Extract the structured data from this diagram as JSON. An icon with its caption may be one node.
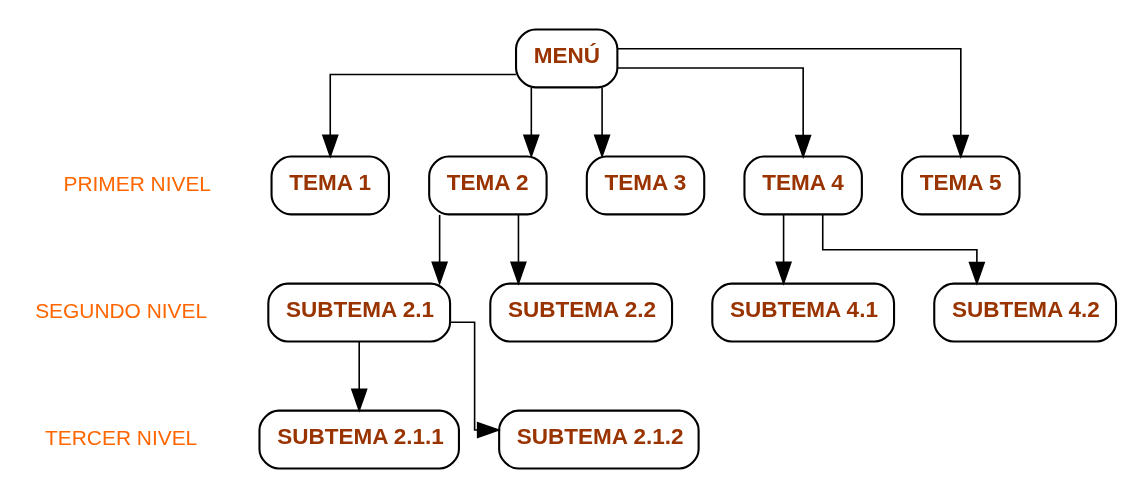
{
  "diagram": {
    "nodes": [
      {
        "text": [
          "MENÚ"
        ]
      },
      {
        "text": [
          "TEMA 1"
        ]
      },
      {
        "text": [
          "TEMA 2"
        ]
      },
      {
        "text": [
          "TEMA 3"
        ]
      },
      {
        "text": [
          "TEMA 4"
        ]
      },
      {
        "text": [
          "TEMA 5"
        ]
      },
      {
        "text": [
          "SUBTEMA 2.1"
        ]
      },
      {
        "text": [
          "SUBTEMA 2.2"
        ]
      },
      {
        "text": [
          "SUBTEMA 4.1"
        ]
      },
      {
        "text": [
          "SUBTEMA 4.2"
        ]
      },
      {
        "text": [
          "SUBTEMA 2.1.1"
        ]
      },
      {
        "text": [
          "SUBTEMA 2.1.2"
        ]
      }
    ],
    "edges": [
      {
        "from": 0,
        "to": 1,
        "arrow": "to"
      },
      {
        "from": 0,
        "to": 2,
        "arrow": "to"
      },
      {
        "from": 0,
        "to": 3,
        "arrow": "to"
      },
      {
        "from": 0,
        "to": 4,
        "arrow": "to"
      },
      {
        "from": 0,
        "to": 5,
        "arrow": "to"
      },
      {
        "from": 2,
        "to": 6,
        "arrow": "to"
      },
      {
        "from": 2,
        "to": 7,
        "arrow": "to"
      },
      {
        "from": 4,
        "to": 8,
        "arrow": "to"
      },
      {
        "from": 4,
        "to": 9,
        "arrow": "to"
      },
      {
        "from": 6,
        "to": 10,
        "arrow": "to"
      },
      {
        "from": 6,
        "to": 11,
        "arrow": "to"
      }
    ],
    "labels": [
      "PRIMER NIVEL",
      "SEGUNDO NIVEL",
      "TERCER NIVEL"
    ]
  }
}
